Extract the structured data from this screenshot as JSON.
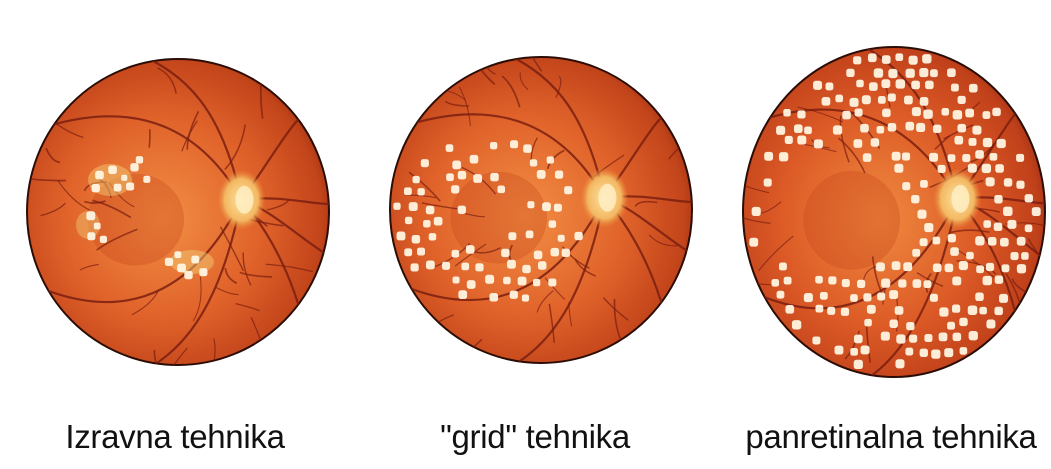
{
  "figure": {
    "panels": [
      {
        "id": "direct",
        "caption": "Izravna tehnika",
        "laser_pattern": "focal"
      },
      {
        "id": "grid",
        "caption": "\"grid\" tehnika",
        "laser_pattern": "grid"
      },
      {
        "id": "panretinal",
        "caption": "panretinalna tehnika",
        "laser_pattern": "panretinal"
      }
    ]
  },
  "colors": {
    "fundus_center": "#f08a40",
    "fundus_mid": "#dc5a26",
    "fundus_edge": "#9a2e12",
    "vessel": "#7a1e10",
    "optic_disc": "#f6c070",
    "burn_spot": "#fff4e0",
    "exudate": "#f3d27a"
  }
}
